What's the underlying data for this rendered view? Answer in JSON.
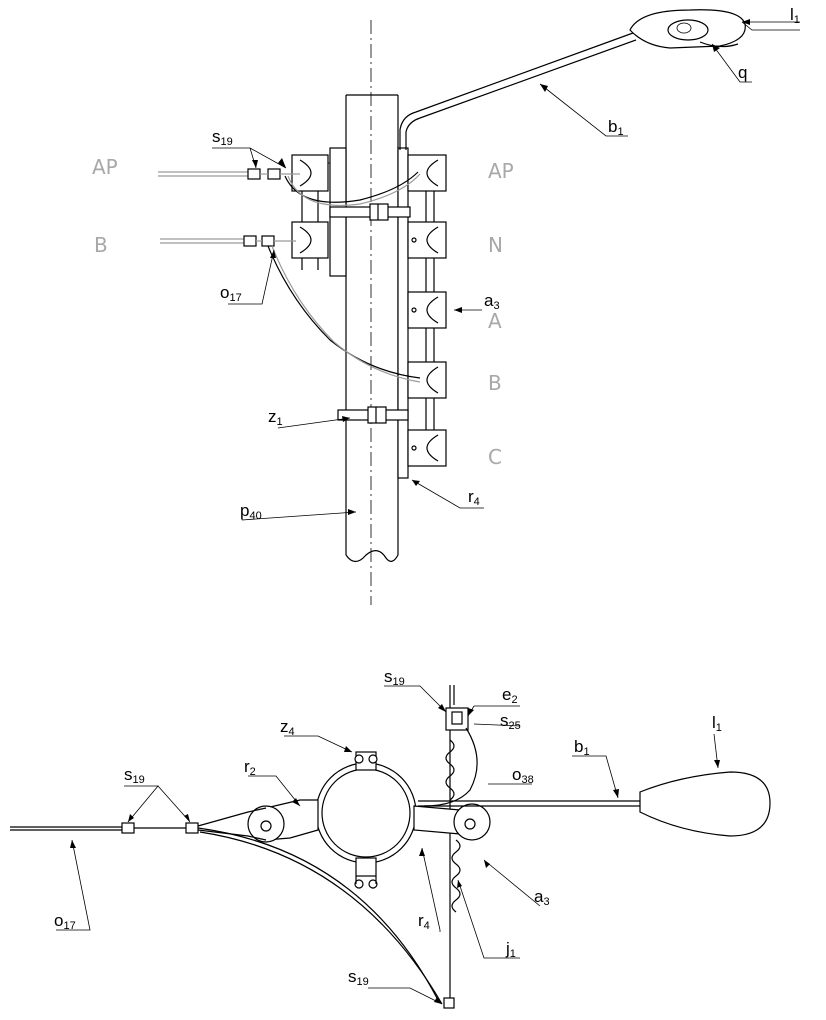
{
  "top_view": {
    "phases_left": [
      "AP",
      "B"
    ],
    "phases_right": [
      "AP",
      "N",
      "A",
      "B",
      "C"
    ],
    "labels": {
      "lamp": {
        "main": "l",
        "sub": "1"
      },
      "lamp_part": {
        "main": "q",
        "sub": ""
      },
      "bracket": {
        "main": "b",
        "sub": "1"
      },
      "splice": {
        "main": "s",
        "sub": "19"
      },
      "cable": {
        "main": "o",
        "sub": "17"
      },
      "clamp_pulley": {
        "main": "a",
        "sub": "3"
      },
      "strap": {
        "main": "z",
        "sub": "1"
      },
      "rail": {
        "main": "r",
        "sub": "4"
      },
      "pole": {
        "main": "p",
        "sub": "40"
      }
    }
  },
  "bottom_view": {
    "labels": {
      "splice_top": {
        "main": "s",
        "sub": "19"
      },
      "enclosure": {
        "main": "e",
        "sub": "2"
      },
      "connector": {
        "main": "s",
        "sub": "25"
      },
      "strap": {
        "main": "z",
        "sub": "4"
      },
      "arm": {
        "main": "r",
        "sub": "2"
      },
      "splice_left": {
        "main": "s",
        "sub": "19"
      },
      "lamp": {
        "main": "l",
        "sub": "1"
      },
      "bracket": {
        "main": "b",
        "sub": "1"
      },
      "cable_right": {
        "main": "o",
        "sub": "38"
      },
      "cable_left": {
        "main": "o",
        "sub": "17"
      },
      "rail": {
        "main": "r",
        "sub": "4"
      },
      "pulley": {
        "main": "a",
        "sub": "3"
      },
      "wire": {
        "main": "j",
        "sub": "1"
      },
      "splice_bottom": {
        "main": "s",
        "sub": "19"
      }
    }
  }
}
